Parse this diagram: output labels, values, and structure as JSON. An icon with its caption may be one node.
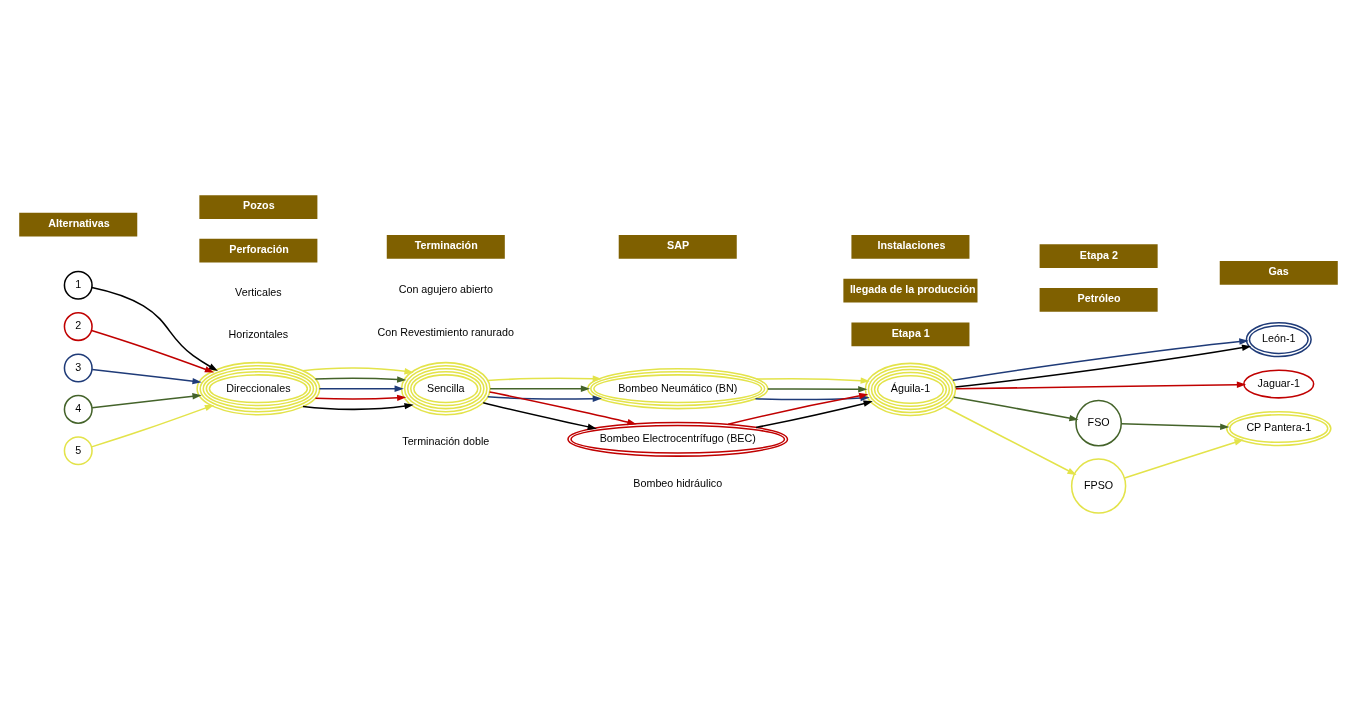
{
  "diagram": {
    "nodes": [
      {
        "text": [
          "1"
        ]
      },
      {
        "text": [
          "2"
        ]
      },
      {
        "text": [
          "3"
        ]
      },
      {
        "text": [
          "4"
        ]
      },
      {
        "text": [
          "5"
        ]
      },
      {
        "text": [
          "Direccionales"
        ]
      },
      {
        "text": [
          "Sencilla"
        ]
      },
      {
        "text": [
          "Bombeo Neumático (BN)"
        ]
      },
      {
        "text": [
          "Bombeo Electrocentrífugo (BEC)"
        ]
      },
      {
        "text": [
          "Águila-1"
        ]
      },
      {
        "text": [
          "León-1"
        ]
      },
      {
        "text": [
          "Jaguar-1"
        ]
      },
      {
        "text": [
          "FSO"
        ]
      },
      {
        "text": [
          "FPSO"
        ]
      },
      {
        "text": [
          "CP Pantera-1"
        ]
      }
    ],
    "edges": [
      {
        "from": 0,
        "to": 5,
        "arrow": "to",
        "color": "#000000"
      },
      {
        "from": 5,
        "to": 6,
        "arrow": "to",
        "color": "#000000"
      },
      {
        "from": 6,
        "to": 8,
        "arrow": "to",
        "color": "#000000"
      },
      {
        "from": 8,
        "to": 9,
        "arrow": "to",
        "color": "#000000"
      },
      {
        "from": 9,
        "to": 10,
        "arrow": "to",
        "color": "#000000"
      },
      {
        "from": 1,
        "to": 5,
        "arrow": "to",
        "color": "#c00000"
      },
      {
        "from": 5,
        "to": 6,
        "arrow": "to",
        "color": "#c00000"
      },
      {
        "from": 6,
        "to": 8,
        "arrow": "to",
        "color": "#c00000"
      },
      {
        "from": 8,
        "to": 9,
        "arrow": "to",
        "color": "#c00000"
      },
      {
        "from": 9,
        "to": 11,
        "arrow": "to",
        "color": "#c00000"
      },
      {
        "from": 2,
        "to": 5,
        "arrow": "to",
        "color": "#1f3b78"
      },
      {
        "from": 5,
        "to": 6,
        "arrow": "to",
        "color": "#1f3b78"
      },
      {
        "from": 6,
        "to": 7,
        "arrow": "to",
        "color": "#1f3b78"
      },
      {
        "from": 7,
        "to": 9,
        "arrow": "to",
        "color": "#1f3b78"
      },
      {
        "from": 9,
        "to": 10,
        "arrow": "to",
        "color": "#1f3b78"
      },
      {
        "from": 3,
        "to": 5,
        "arrow": "to",
        "color": "#44632a"
      },
      {
        "from": 5,
        "to": 6,
        "arrow": "to",
        "color": "#44632a"
      },
      {
        "from": 6,
        "to": 7,
        "arrow": "to",
        "color": "#44632a"
      },
      {
        "from": 7,
        "to": 9,
        "arrow": "to",
        "color": "#44632a"
      },
      {
        "from": 9,
        "to": 12,
        "arrow": "to",
        "color": "#44632a"
      },
      {
        "from": 12,
        "to": 14,
        "arrow": "to",
        "color": "#44632a"
      },
      {
        "from": 4,
        "to": 5,
        "arrow": "to",
        "color": "#e3e34a"
      },
      {
        "from": 5,
        "to": 6,
        "arrow": "to",
        "color": "#e3e34a"
      },
      {
        "from": 6,
        "to": 7,
        "arrow": "to",
        "color": "#e3e34a"
      },
      {
        "from": 7,
        "to": 9,
        "arrow": "to",
        "color": "#e3e34a"
      },
      {
        "from": 9,
        "to": 13,
        "arrow": "to",
        "color": "#e3e34a"
      },
      {
        "from": 13,
        "to": 14,
        "arrow": "to",
        "color": "#e3e34a"
      }
    ],
    "labels": [
      "Alternativas",
      "Pozos",
      "Instalaciones",
      "llegada de la producción",
      "Etapa 2",
      "Perforación",
      "Terminación",
      "SAP",
      "Etapa 1",
      "Petróleo",
      "Gas",
      "Verticales",
      "Con agujero abierto",
      "Horizontales",
      "Con Revestimiento ranurado",
      "Bombeo hidráulico",
      "Terminación doble"
    ]
  }
}
